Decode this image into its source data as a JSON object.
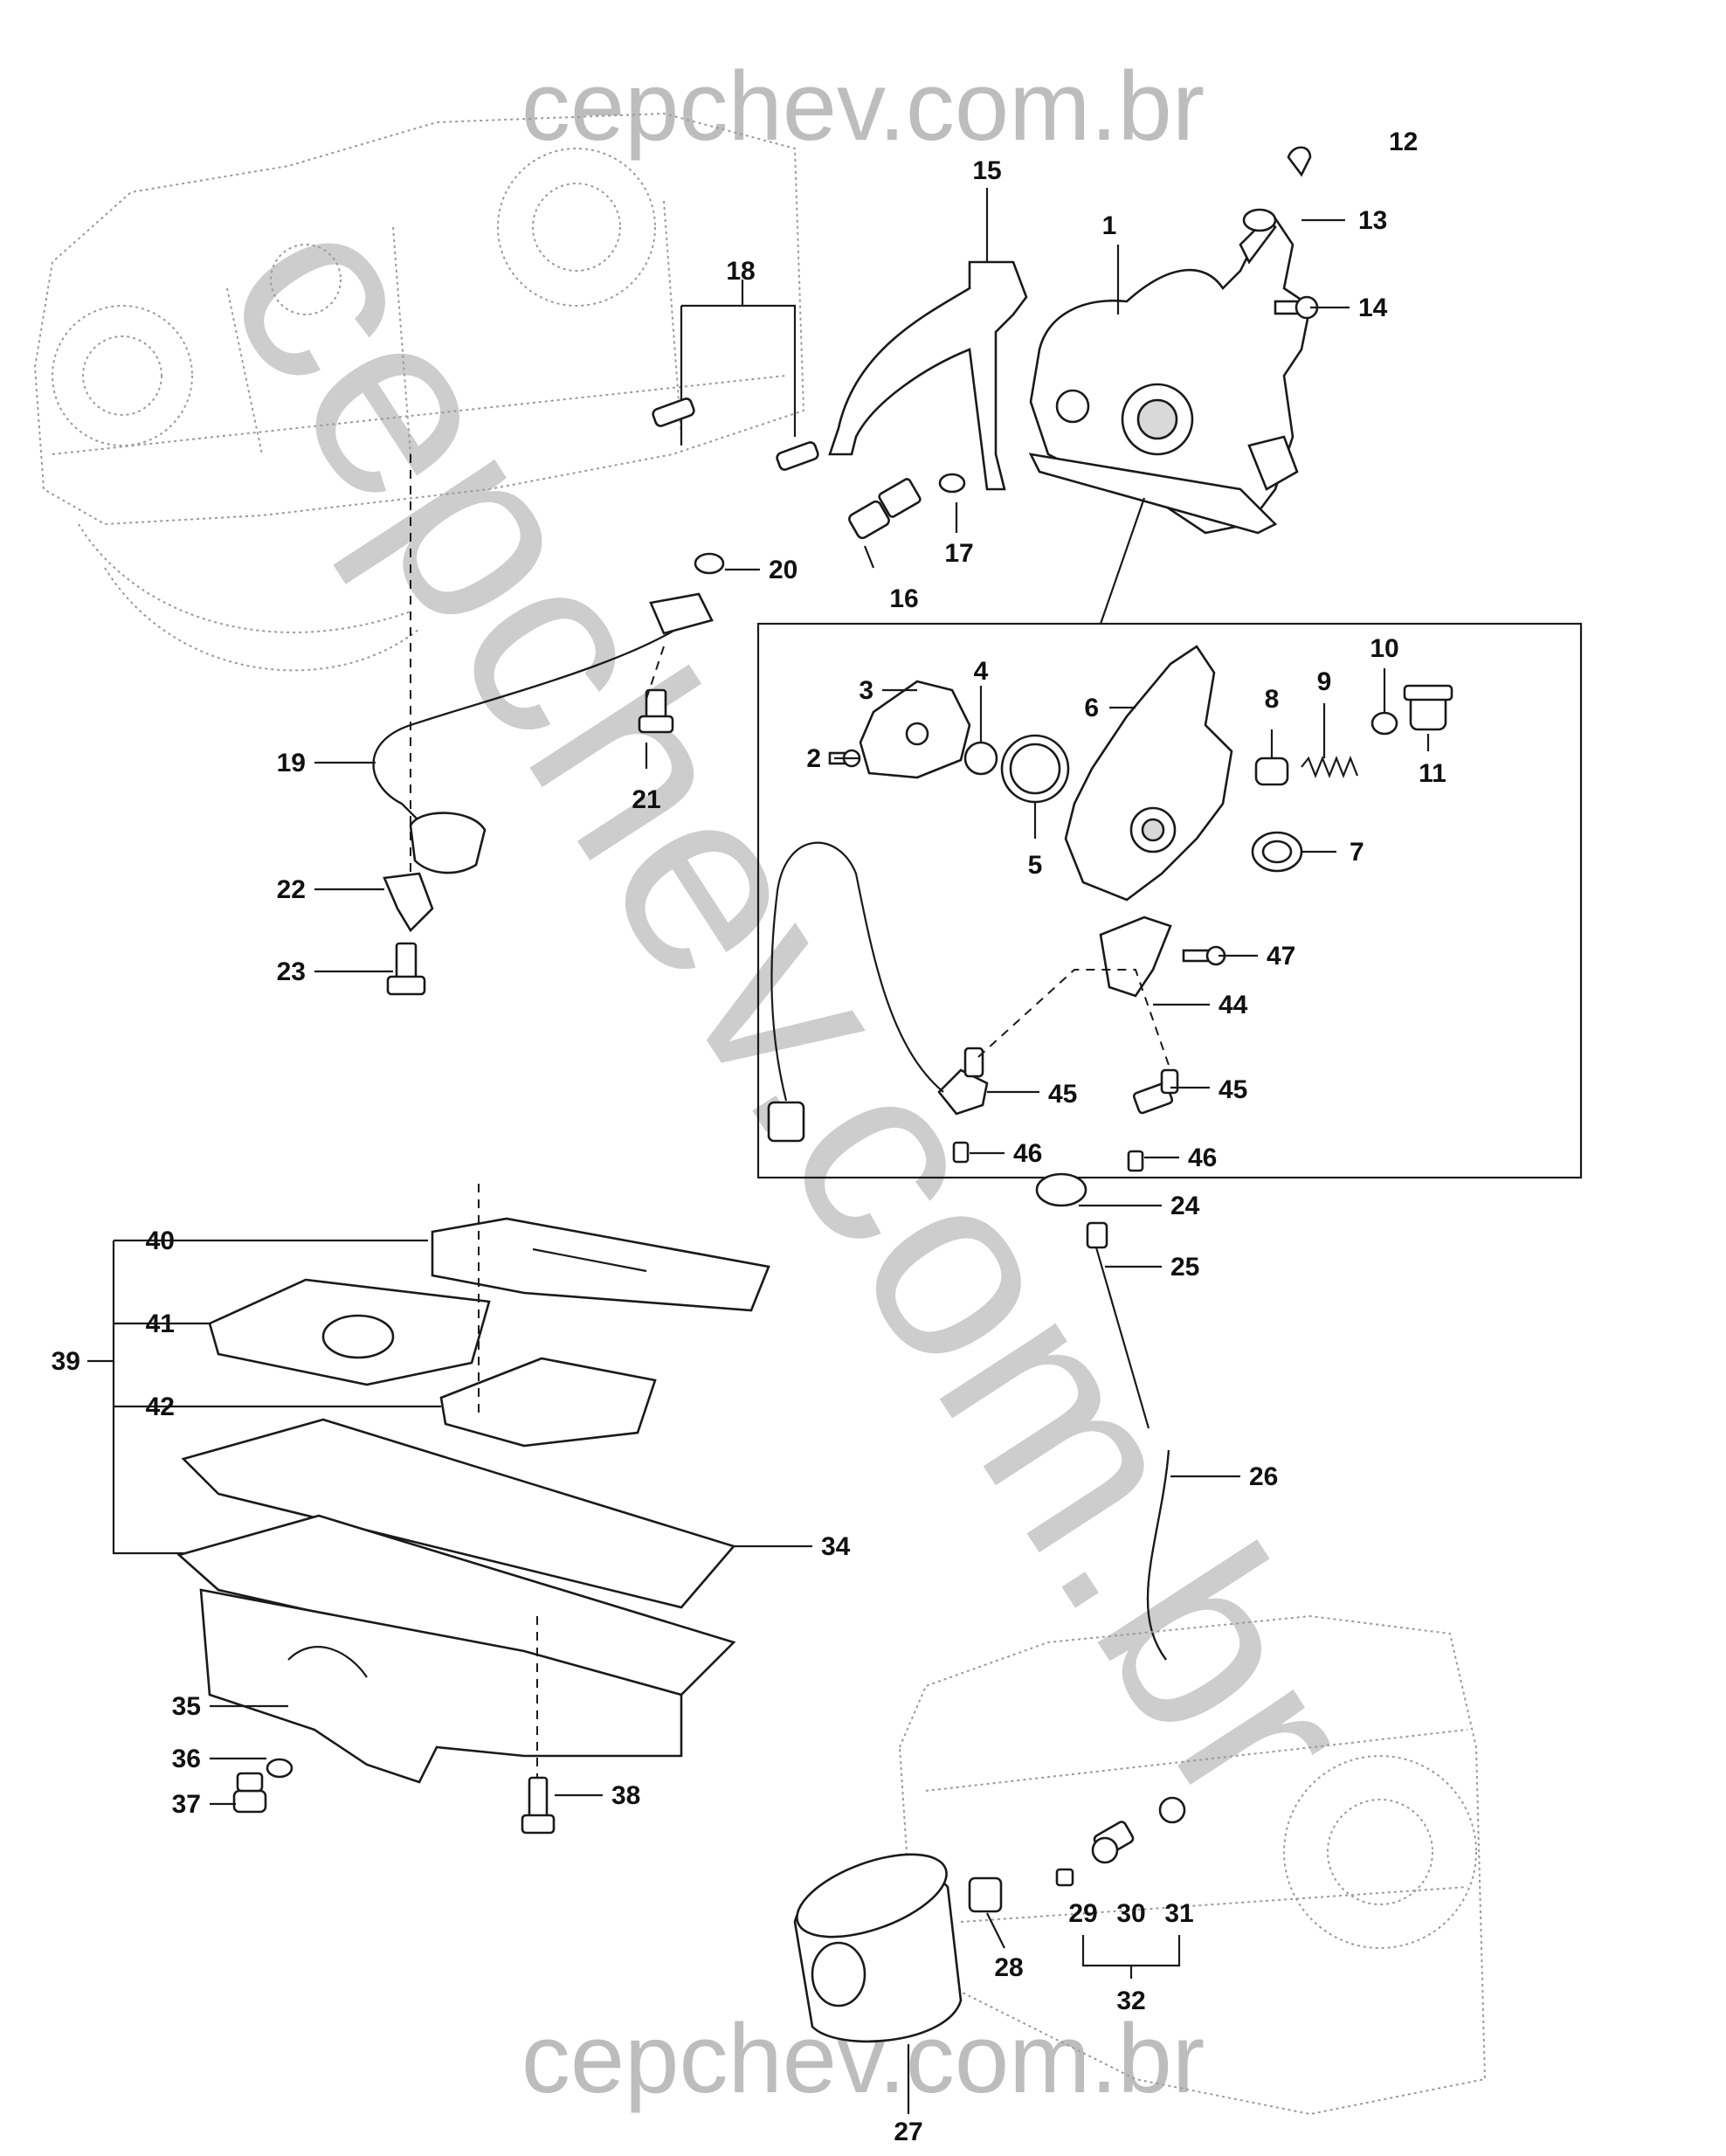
{
  "watermark": {
    "top": "cepchev.com.br",
    "bottom": "cepchev.com.br",
    "diagonal": "cepchev.com.br"
  },
  "callouts": [
    {
      "id": "p1",
      "text": "1"
    },
    {
      "id": "p2",
      "text": "2"
    },
    {
      "id": "p3",
      "text": "3"
    },
    {
      "id": "p4",
      "text": "4"
    },
    {
      "id": "p5",
      "text": "5"
    },
    {
      "id": "p6",
      "text": "6"
    },
    {
      "id": "p7",
      "text": "7"
    },
    {
      "id": "p8",
      "text": "8"
    },
    {
      "id": "p9",
      "text": "9"
    },
    {
      "id": "p10",
      "text": "10"
    },
    {
      "id": "p11",
      "text": "11"
    },
    {
      "id": "p12",
      "text": "12"
    },
    {
      "id": "p13",
      "text": "13"
    },
    {
      "id": "p14",
      "text": "14"
    },
    {
      "id": "p15",
      "text": "15"
    },
    {
      "id": "p16",
      "text": "16"
    },
    {
      "id": "p17",
      "text": "17"
    },
    {
      "id": "p18",
      "text": "18"
    },
    {
      "id": "p19",
      "text": "19"
    },
    {
      "id": "p20",
      "text": "20"
    },
    {
      "id": "p21",
      "text": "21"
    },
    {
      "id": "p22",
      "text": "22"
    },
    {
      "id": "p23",
      "text": "23"
    },
    {
      "id": "p24",
      "text": "24"
    },
    {
      "id": "p25",
      "text": "25"
    },
    {
      "id": "p26",
      "text": "26"
    },
    {
      "id": "p27",
      "text": "27"
    },
    {
      "id": "p28",
      "text": "28"
    },
    {
      "id": "p29",
      "text": "29"
    },
    {
      "id": "p30",
      "text": "30"
    },
    {
      "id": "p31",
      "text": "31"
    },
    {
      "id": "p32",
      "text": "32"
    },
    {
      "id": "p34",
      "text": "34"
    },
    {
      "id": "p35",
      "text": "35"
    },
    {
      "id": "p36",
      "text": "36"
    },
    {
      "id": "p37",
      "text": "37"
    },
    {
      "id": "p38",
      "text": "38"
    },
    {
      "id": "p39",
      "text": "39"
    },
    {
      "id": "p40",
      "text": "40"
    },
    {
      "id": "p41",
      "text": "41"
    },
    {
      "id": "p42",
      "text": "42"
    },
    {
      "id": "p44",
      "text": "44"
    },
    {
      "id": "p45a",
      "text": "45"
    },
    {
      "id": "p45b",
      "text": "45"
    },
    {
      "id": "p46a",
      "text": "46"
    },
    {
      "id": "p46b",
      "text": "46"
    },
    {
      "id": "p47",
      "text": "47"
    }
  ]
}
